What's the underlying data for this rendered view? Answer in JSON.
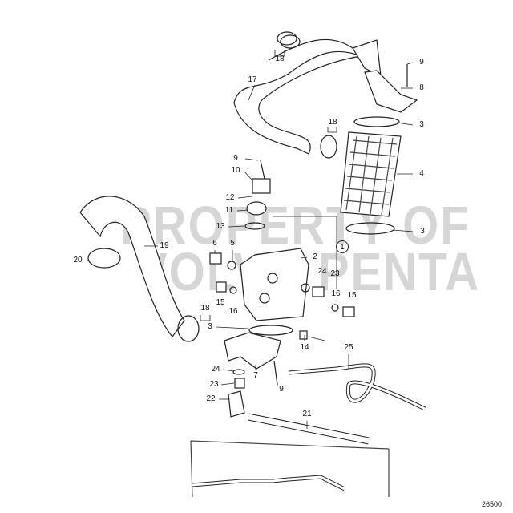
{
  "watermark": {
    "line1": "PROPERTY OF",
    "line2": "VOLVO PENTA"
  },
  "callouts": [
    "18",
    "17",
    "9",
    "8",
    "3",
    "18",
    "4",
    "9",
    "10",
    "12",
    "11",
    "13",
    "3",
    "5",
    "6",
    "19",
    "20",
    "2",
    "24",
    "23",
    "15",
    "16",
    "16",
    "15",
    "18",
    "3",
    "14",
    "25",
    "24",
    "7",
    "9",
    "23",
    "22",
    "21"
  ],
  "group_marker": "1",
  "reference_number": "26500"
}
